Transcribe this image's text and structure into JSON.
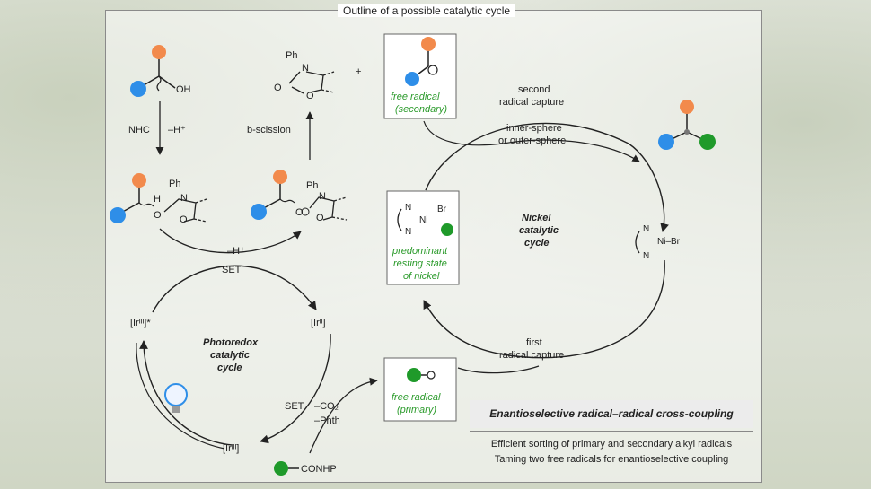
{
  "title": "Outline of a possible catalytic cycle",
  "labels": {
    "oh": "OH",
    "nhc": "NHC",
    "minus_h": "–H⁺",
    "b_scission": "b-scission",
    "ph": "Ph",
    "n": "N",
    "o": "O",
    "h": "H",
    "plus": "+",
    "free_radical_secondary": "free radical",
    "secondary": "(secondary)",
    "second_capture_1": "second",
    "second_capture_2": "radical capture",
    "inner_sphere": "inner-sphere",
    "outer_sphere": "or outer-sphere",
    "minus_h2": "–H⁺",
    "set": "SET",
    "ir_iii_star": "[Irᴵᴵᴵ]*",
    "ir_ii": "[Irᴵᴵ]",
    "ir_iii": "[Irᴵᴵᴵ]",
    "photoredox_1": "Photoredox",
    "photoredox_2": "catalytic",
    "photoredox_3": "cycle",
    "set2": "SET",
    "minus_co2": "–CO₂",
    "minus_phth": "–Phth",
    "conhp": "CONHP",
    "free_radical_primary": "free radical",
    "primary": "(primary)",
    "ni_br": "Br",
    "ni": "Ni",
    "resting_1": "predominant",
    "resting_2": "resting state",
    "resting_3": "of nickel",
    "nickel_1": "Nickel",
    "nickel_2": "catalytic",
    "nickel_3": "cycle",
    "ni_br2": "Ni–Br",
    "first_capture_1": "first",
    "first_capture_2": "radical capture"
  },
  "summary": {
    "title": "Enantioselective radical–radical cross-coupling",
    "line1": "Efficient sorting of primary and secondary alkyl radicals",
    "line2": "Taming two free radicals for enantioselective coupling"
  },
  "colors": {
    "orange": "#f28a4c",
    "blue": "#2e8ee8",
    "green": "#1f9a2a",
    "label_green": "#2a9a2a"
  }
}
